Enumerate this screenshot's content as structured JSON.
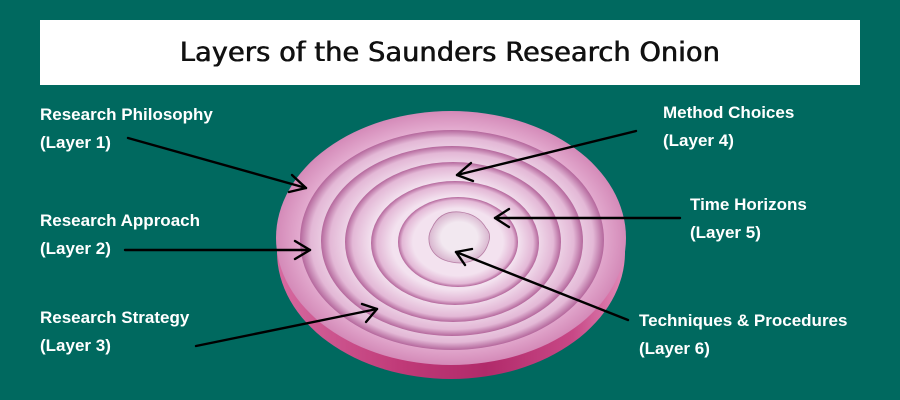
{
  "title": "Layers of the Saunders Research Onion",
  "colors": {
    "background": "#00695f",
    "title_box": "#ffffff",
    "title_text": "#111111",
    "label_text": "#ffffff",
    "arrow": "#000000",
    "onion_outer": "#d98ec0",
    "onion_inner": "#f1e4ee",
    "onion_side": "#c2457f"
  },
  "layers": [
    {
      "id": 1,
      "name": "Research Philosophy",
      "layer_label": "(Layer 1)"
    },
    {
      "id": 2,
      "name": "Research Approach",
      "layer_label": "(Layer 2)"
    },
    {
      "id": 3,
      "name": "Research Strategy",
      "layer_label": "(Layer 3)"
    },
    {
      "id": 4,
      "name": "Method Choices",
      "layer_label": "(Layer 4)"
    },
    {
      "id": 5,
      "name": "Time Horizons",
      "layer_label": "(Layer 5)"
    },
    {
      "id": 6,
      "name": "Techniques & Procedures",
      "layer_label": "(Layer 6)"
    }
  ]
}
